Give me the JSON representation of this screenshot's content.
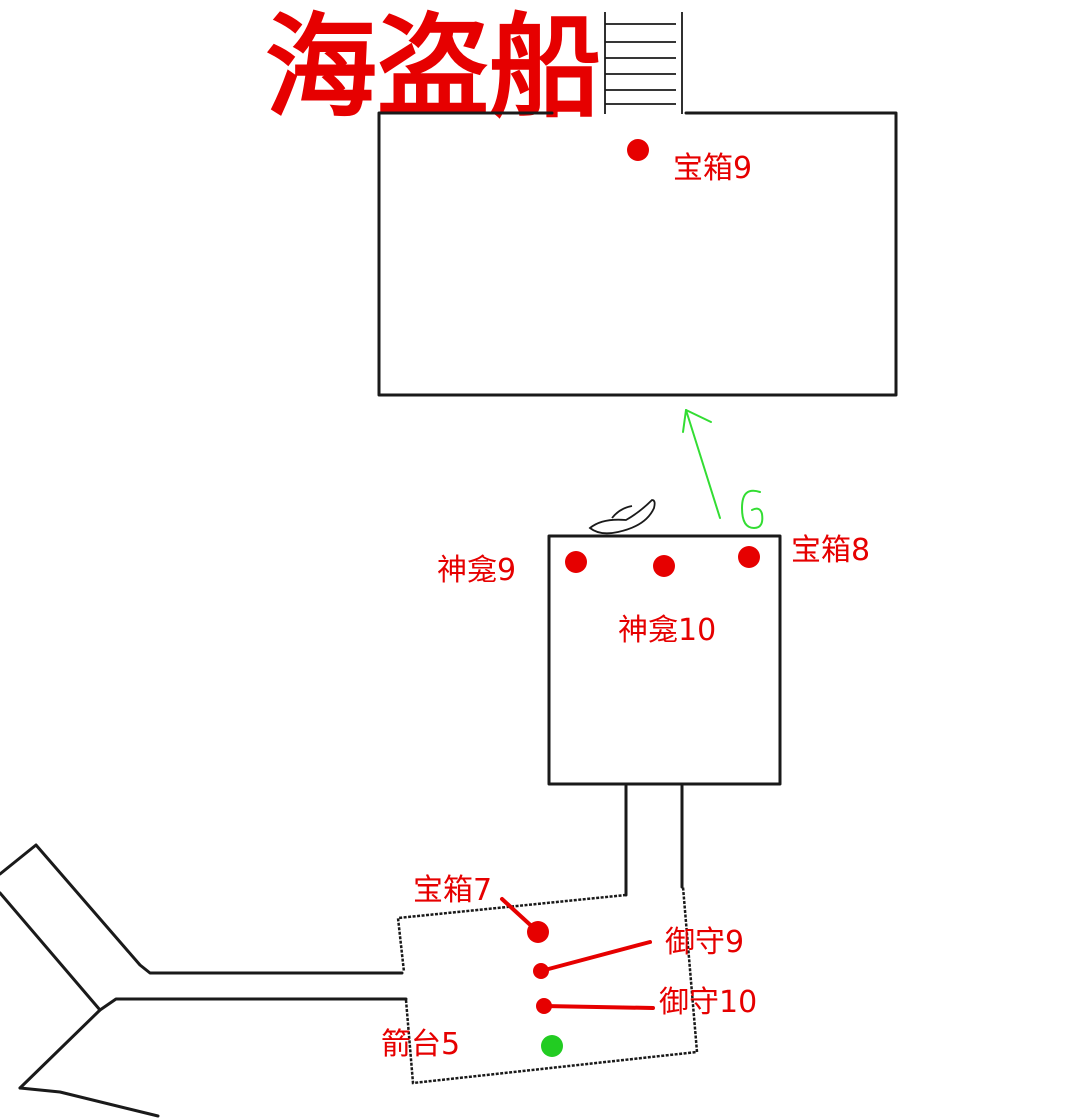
{
  "map": {
    "title": "海盗船",
    "colors": {
      "title": "#e60000",
      "treasure_marker": "#e60000",
      "start_marker": "#22cc22",
      "route": "#33dd33",
      "walls": "#1a1a1a"
    },
    "rooms": [
      "pirate-ship-room",
      "shrine-room",
      "entrance-room"
    ],
    "labels": {
      "chest9": "宝箱9",
      "chest8": "宝箱8",
      "chest7": "宝箱7",
      "shrine9": "神龛9",
      "shrine10": "神龛10",
      "amulet9": "御守9",
      "amulet10": "御守10",
      "arrow_tower5": "箭台5"
    },
    "route_label": "G"
  }
}
